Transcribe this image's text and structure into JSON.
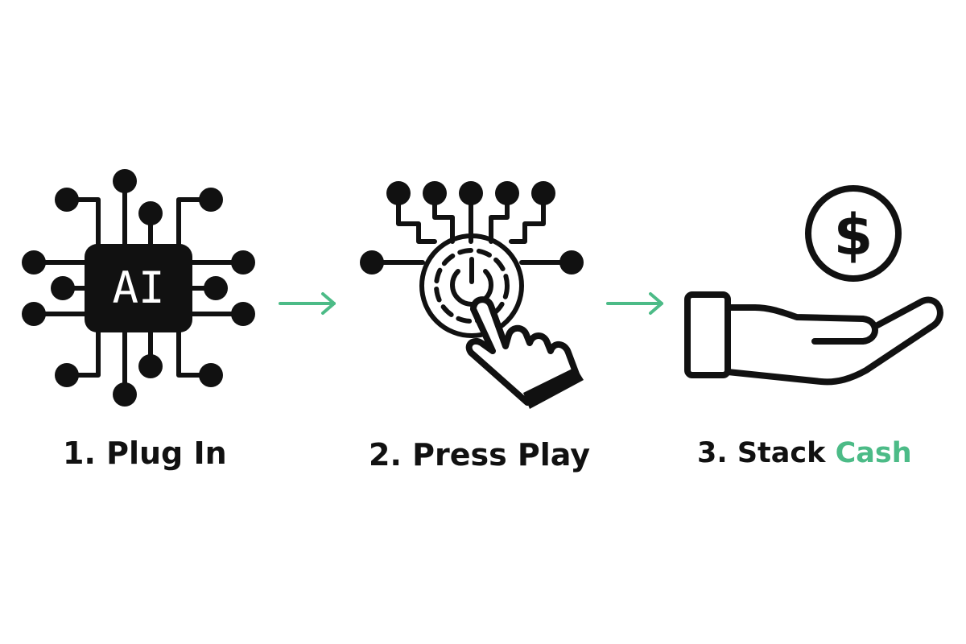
{
  "colors": {
    "icon": "#111111",
    "accent": "#4cbb87",
    "background": "#ffffff"
  },
  "steps": [
    {
      "icon": "ai-chip-icon",
      "chip_text": "AI",
      "label": "1. Plug In"
    },
    {
      "icon": "power-button-press-icon",
      "label": "2. Press Play"
    },
    {
      "icon": "hand-receiving-dollar-coin-icon",
      "coin_symbol": "$",
      "label_prefix": "3. Stack ",
      "label_accent": "Cash"
    }
  ],
  "arrows": [
    "arrow-right-icon",
    "arrow-right-icon"
  ]
}
